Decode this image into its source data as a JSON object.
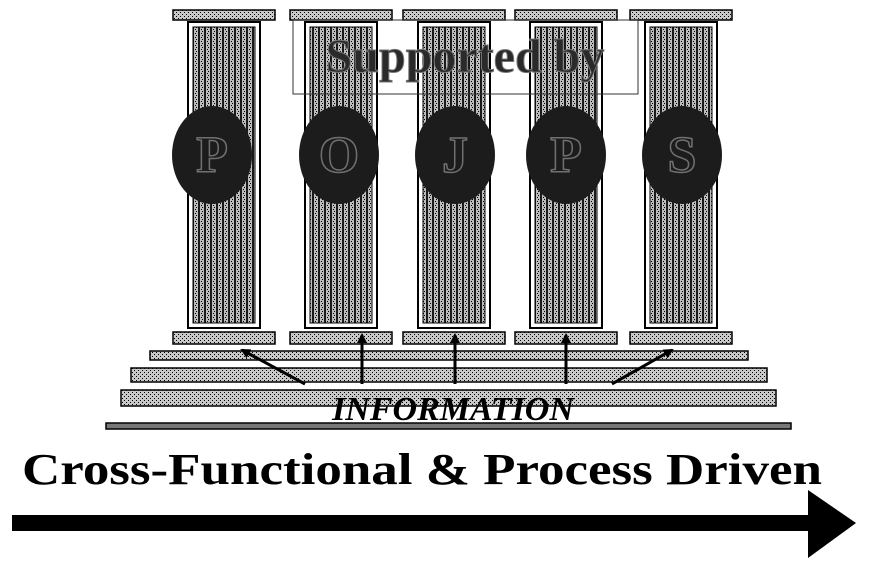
{
  "header": {
    "label": "Supported by"
  },
  "pillars": [
    {
      "letter": "P"
    },
    {
      "letter": "O"
    },
    {
      "letter": "J"
    },
    {
      "letter": "P"
    },
    {
      "letter": "S"
    }
  ],
  "foundation": {
    "label": "INFORMATION"
  },
  "banner": {
    "label": "Cross-Functional & Process Driven"
  },
  "colors": {
    "ink": "#000000",
    "paper": "#ffffff",
    "stipple": "#9a9a9a",
    "oval": "#1c1c1c"
  },
  "icons": {
    "direction": "arrow-right-icon"
  }
}
